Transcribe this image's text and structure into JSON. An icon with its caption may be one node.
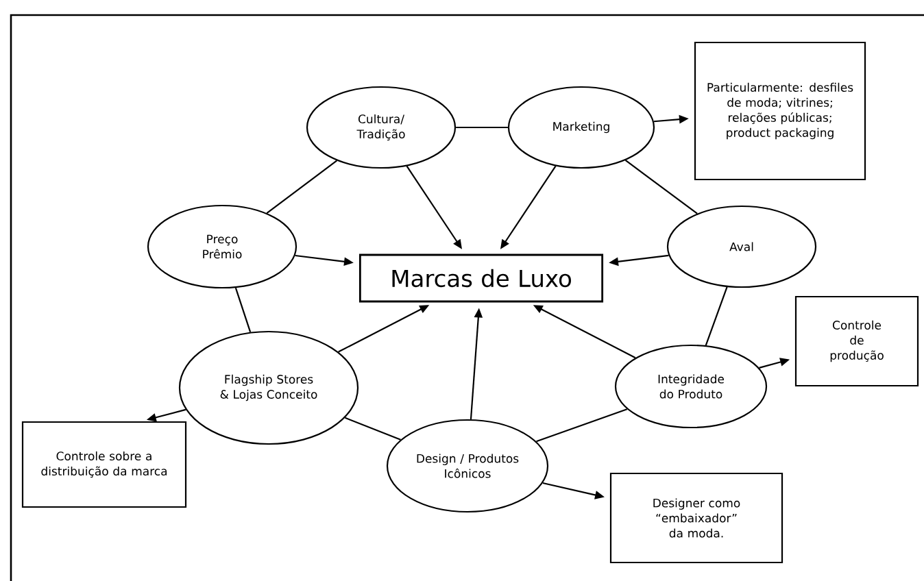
{
  "diagram": {
    "nodes": [
      {
        "text": [
          "Marcas de Luxo"
        ]
      },
      {
        "text": [
          "Cultura/ Tradição"
        ]
      },
      {
        "text": [
          "Marketing"
        ]
      },
      {
        "text": [
          "Preço Prêmio"
        ]
      },
      {
        "text": [
          "Aval"
        ]
      },
      {
        "text": [
          "Flagship Stores & Lojas Conceito"
        ]
      },
      {
        "text": [
          "Integridade do Produto"
        ]
      },
      {
        "text": [
          "Design / Produtos Icônicos"
        ]
      },
      {
        "text": [
          "Particularmente: desfiles de moda; vitrines; relações públicas; product packaging"
        ]
      },
      {
        "text": [
          "Controle de produção"
        ]
      },
      {
        "text": [
          "Controle sobre a distribuição da marca"
        ]
      },
      {
        "text": [
          "Designer como “embaixador” da moda."
        ]
      }
    ],
    "edges": [
      {
        "from": 1,
        "to": 2,
        "arrow": "none"
      },
      {
        "from": 1,
        "to": 3,
        "arrow": "none"
      },
      {
        "from": 1,
        "to": 0,
        "arrow": "to"
      },
      {
        "from": 2,
        "to": 0,
        "arrow": "to"
      },
      {
        "from": 2,
        "to": 4,
        "arrow": "none"
      },
      {
        "from": 3,
        "to": 0,
        "arrow": "to"
      },
      {
        "from": 4,
        "to": 0,
        "arrow": "to"
      },
      {
        "from": 4,
        "to": 6,
        "arrow": "none"
      },
      {
        "from": 3,
        "to": 5,
        "arrow": "none"
      },
      {
        "from": 5,
        "to": 0,
        "arrow": "to"
      },
      {
        "from": 7,
        "to": 0,
        "arrow": "to"
      },
      {
        "from": 6,
        "to": 0,
        "arrow": "to"
      },
      {
        "from": 5,
        "to": 7,
        "arrow": "none"
      },
      {
        "from": 7,
        "to": 6,
        "arrow": "none"
      },
      {
        "from": 2,
        "to": 8,
        "arrow": "to"
      },
      {
        "from": 6,
        "to": 9,
        "arrow": "to"
      },
      {
        "from": 5,
        "to": 10,
        "arrow": "to"
      },
      {
        "from": 7,
        "to": 11,
        "arrow": "to"
      }
    ]
  }
}
